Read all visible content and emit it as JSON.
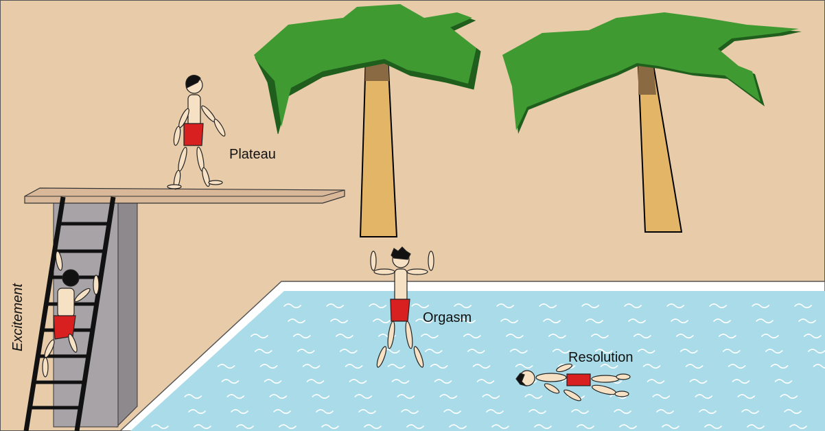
{
  "labels": {
    "excitement": "Excitement",
    "plateau": "Plateau",
    "orgasm": "Orgasm",
    "resolution": "Resolution"
  },
  "colors": {
    "sand": "#e8ccaa",
    "water": "#a9dbe8",
    "pool_edge": "#ffffff",
    "tower": "#a7a3a7",
    "board": "#d9b89a",
    "palm_leaf": "#3f9a32",
    "palm_leaf_dark": "#1f5e1c",
    "trunk": "#e3b566",
    "trunk_top": "#8a6a42",
    "swimsuit": "#d92020",
    "skin": "#f7e1c4"
  },
  "icons": {
    "ladder": "ladder-icon",
    "diving_tower": "diving-tower-icon",
    "palm_tree": "palm-tree-icon",
    "person": "person-figure-icon",
    "waves": "water-wave-icon"
  }
}
